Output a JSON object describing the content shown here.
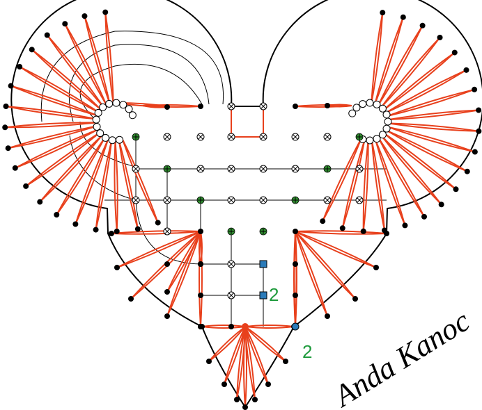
{
  "labels": {
    "count_inner": "2",
    "count_outer": "2",
    "signature": "Anda Kanoc"
  },
  "colors": {
    "outline": "#000000",
    "thread": "#e8401c",
    "pin_green": "#2e8b2e",
    "pin_blue": "#2b7bb9",
    "label_green": "#1e9a3c"
  }
}
